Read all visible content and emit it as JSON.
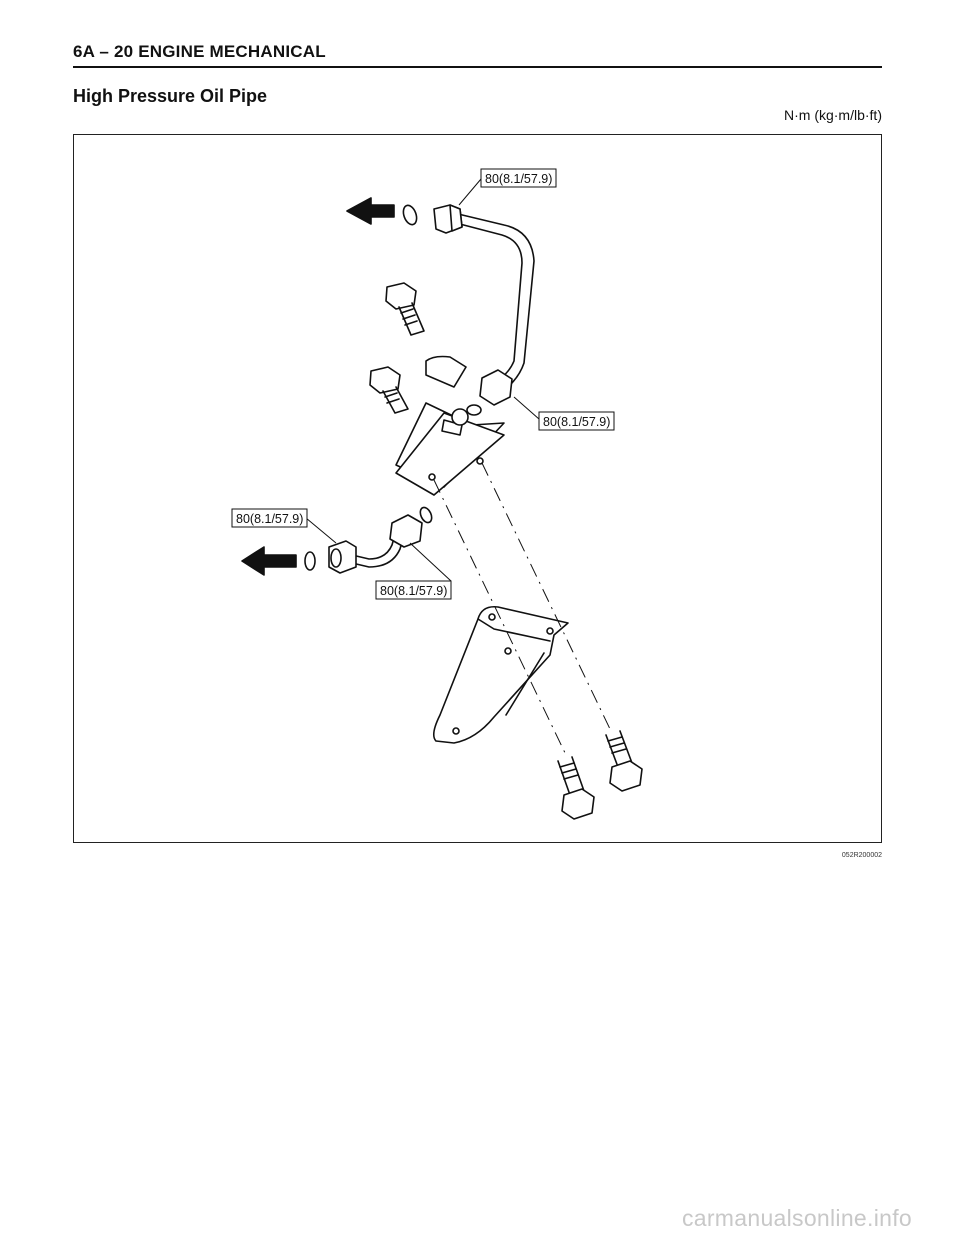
{
  "header": {
    "text": "6A – 20  ENGINE MECHANICAL"
  },
  "section": {
    "title": "High Pressure Oil Pipe",
    "units": "N·m (kg·m/lb·ft)"
  },
  "figure": {
    "callouts": [
      "80(8.1/57.9)",
      "80(8.1/57.9)",
      "80(8.1/57.9)",
      "80(8.1/57.9)"
    ],
    "code": "052R200002"
  },
  "watermark": "carmanualsonline.info"
}
